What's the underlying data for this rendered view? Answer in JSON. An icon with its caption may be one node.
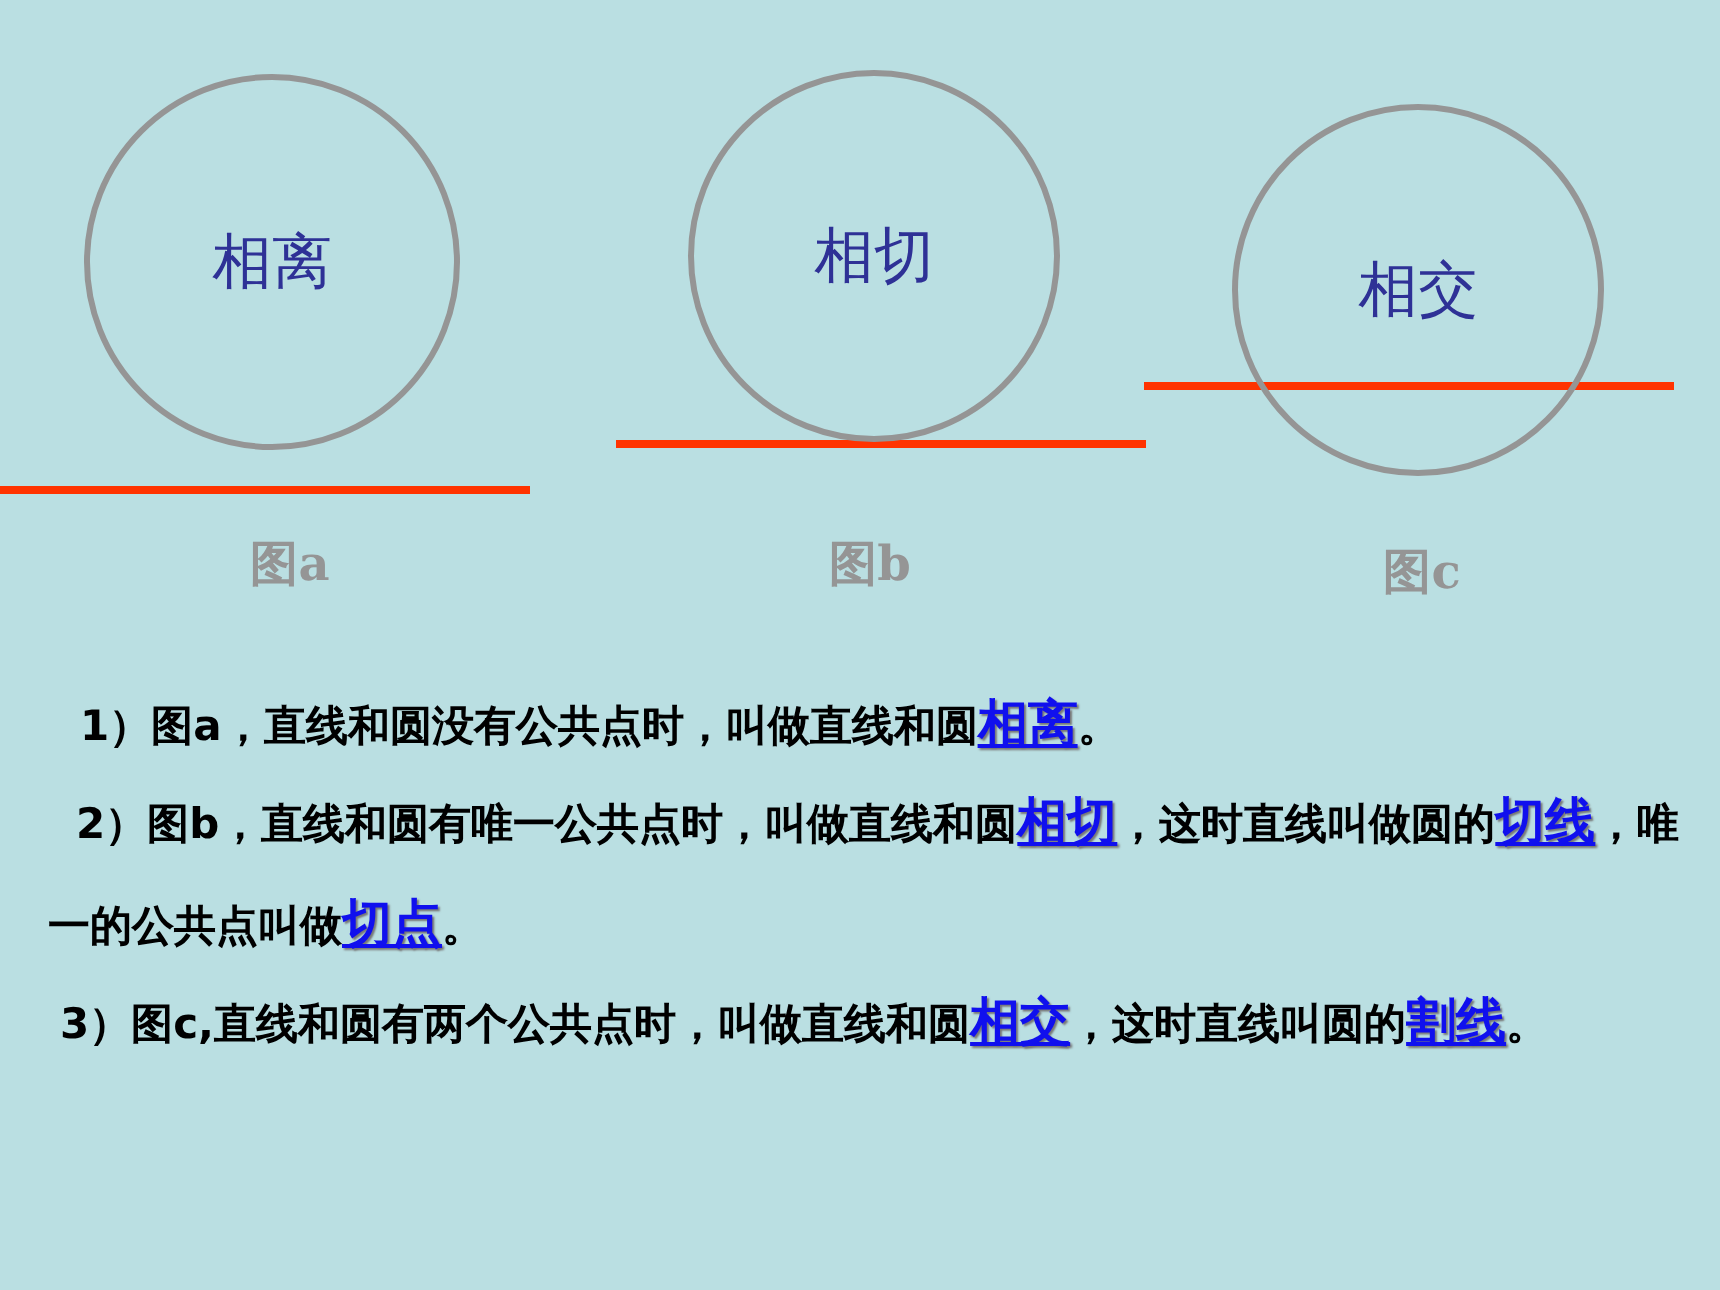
{
  "diagram": {
    "nodes": [
      {
        "text": [
          "相离"
        ],
        "beside": [
          "图a"
        ]
      },
      {
        "text": [
          "相切"
        ],
        "beside": [
          "图b"
        ]
      },
      {
        "text": [
          "相交"
        ],
        "beside": [
          "图c"
        ]
      }
    ],
    "labels": [
      "1）图a，直线和圆没有公共点时，叫做直线和圆**相离**。",
      "2）图b，直线和圆有唯一公共点时，叫做直线和圆**相切**，这时直线叫做圆的**切线**，唯一的公共点叫做**切点**。",
      "3）图c,直线和圆有两个公共点时，叫做直线和圆**相交**，这时直线叫圆的**割线**。"
    ]
  }
}
